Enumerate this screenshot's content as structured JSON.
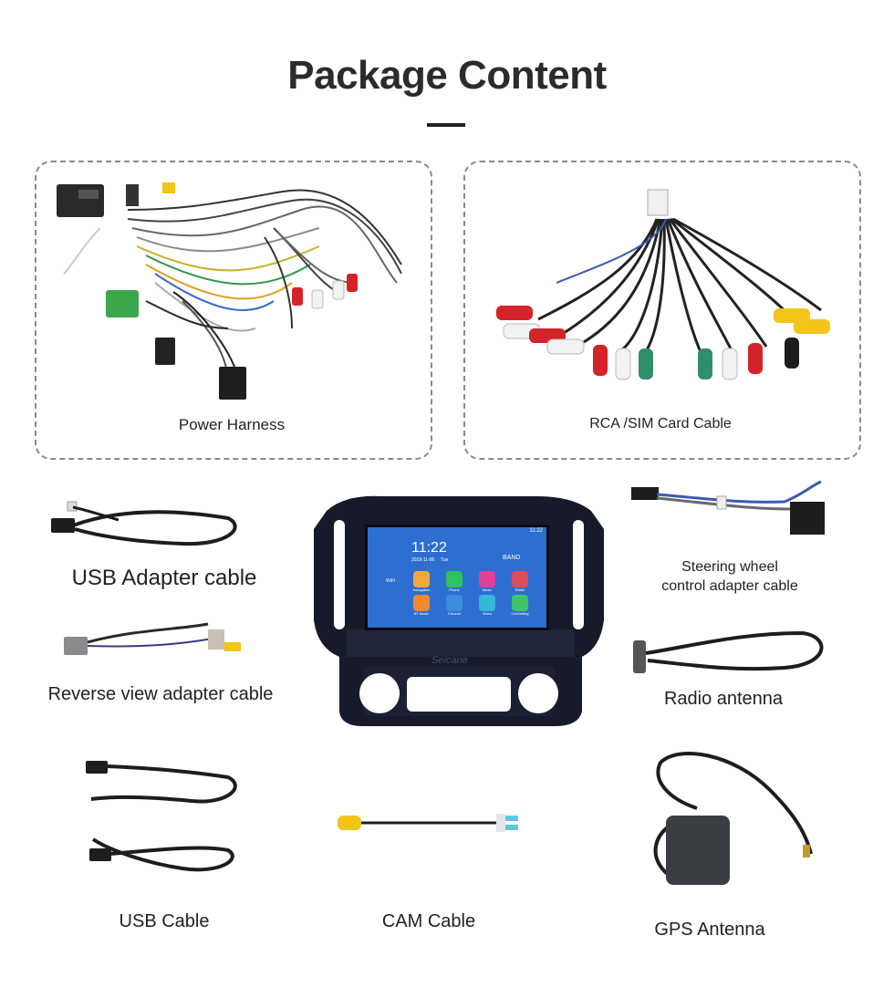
{
  "header": {
    "title": "Package Content"
  },
  "items": {
    "power_harness": "Power Harness",
    "rca_sim_cable": "RCA /SIM Card Cable",
    "usb_adapter_cable": "USB Adapter cable",
    "reverse_view_adapter_cable": "Reverse view adapter cable",
    "steering_wheel_line1": "Steering wheel",
    "steering_wheel_line2": "control adapter cable",
    "radio_antenna": "Radio antenna",
    "usb_cable": "USB Cable",
    "cam_cable": "CAM Cable",
    "gps_antenna": "GPS Antenna"
  },
  "head_unit": {
    "brand": "Seicane",
    "status_time": "11:22",
    "clock": "11:22",
    "date": "2018-11-06",
    "weekday": "Tue",
    "band": "BAND",
    "wifi_label": "WiFi",
    "apps": [
      {
        "label": "Navigation",
        "color": "#f2a93b"
      },
      {
        "label": "Phone",
        "color": "#2ec45a"
      },
      {
        "label": "Music",
        "color": "#e0409a"
      },
      {
        "label": "Radio",
        "color": "#e04a5a"
      },
      {
        "label": "BT Music",
        "color": "#f08a2a"
      },
      {
        "label": "Chrome",
        "color": "#3a8de0"
      },
      {
        "label": "Video",
        "color": "#36b7d8"
      },
      {
        "label": "CarSetting",
        "color": "#3ec46a"
      }
    ]
  },
  "colors": {
    "red": "#d4232b",
    "white": "#f2f2f2",
    "yellow": "#f3c51a",
    "green": "#2f8f6a",
    "black": "#1d1d1d",
    "screen_bg": "#2d6fd0"
  }
}
